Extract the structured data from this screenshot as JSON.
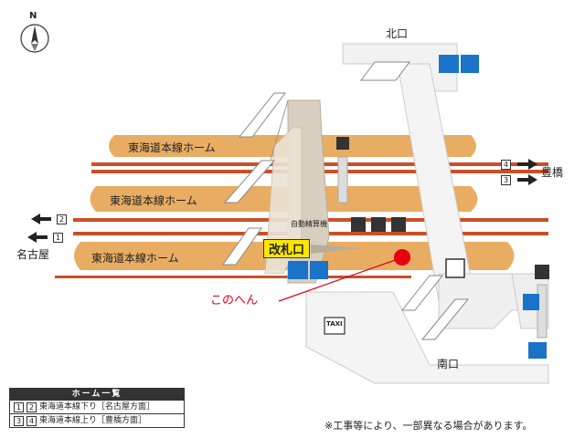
{
  "compass": {
    "label": "N"
  },
  "platforms": [
    {
      "label": "東海道本線ホーム"
    },
    {
      "label": "東海道本線ホーム"
    },
    {
      "label": "東海道本線ホーム"
    }
  ],
  "tracks": {
    "right": [
      {
        "number": "4",
        "destination": "豊橋"
      },
      {
        "number": "3"
      }
    ],
    "left": [
      {
        "number": "2"
      },
      {
        "number": "1",
        "destination": "名古屋"
      }
    ]
  },
  "exits": {
    "north": "北口",
    "south": "南口"
  },
  "ticket_gate": "改札口",
  "fare_machine": "自動精算機",
  "taxi": "TAXI",
  "annotation": "このへん",
  "legend": {
    "title": "ホーム一覧",
    "rows": [
      {
        "numbers": [
          "1",
          "2"
        ],
        "text": "東海道本線下り［名古屋方面］"
      },
      {
        "numbers": [
          "3",
          "4"
        ],
        "text": "東海道本線上り［豊橋方面］"
      }
    ]
  },
  "note": "※工事等により、一部異なる場合があります。",
  "colors": {
    "platform": "#e8ad63",
    "track": "#c8502a",
    "concourse": "#d9cfc0",
    "marker": "#e60012",
    "annotation": "#e60012",
    "gate_label_bg": "#ffe600"
  }
}
